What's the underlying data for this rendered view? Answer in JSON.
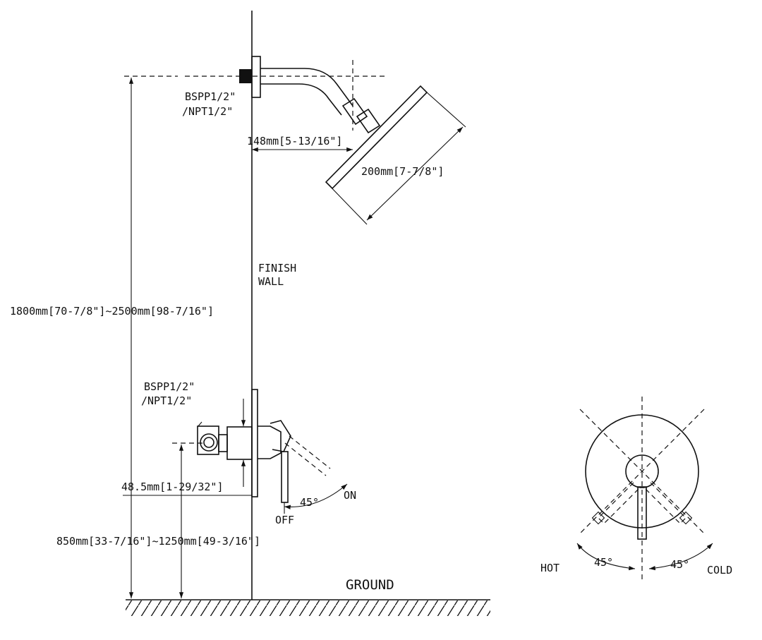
{
  "labels": {
    "shower_connection_line1": "BSPP1/2\"",
    "shower_connection_line2": "/NPT1/2\"",
    "arm_projection": "148mm[5-13/16\"]",
    "head_diameter": "200mm[7-7/8\"]",
    "finish_wall_line1": "FINISH",
    "finish_wall_line2": "WALL",
    "shower_height": "1800mm[70-7/8\"]~2500mm[98-7/16\"]",
    "valve_connection_line1": "BSPP1/2\"",
    "valve_connection_line2": "/NPT1/2\"",
    "valve_depth": "48.5mm[1-29/32\"]",
    "lever_angle": "45°",
    "on": "ON",
    "off": "OFF",
    "valve_height": "850mm[33-7/16\"]~1250mm[49-3/16\"]",
    "ground": "GROUND",
    "hot": "HOT",
    "cold": "COLD",
    "hot_angle": "45°",
    "cold_angle": "45°"
  }
}
